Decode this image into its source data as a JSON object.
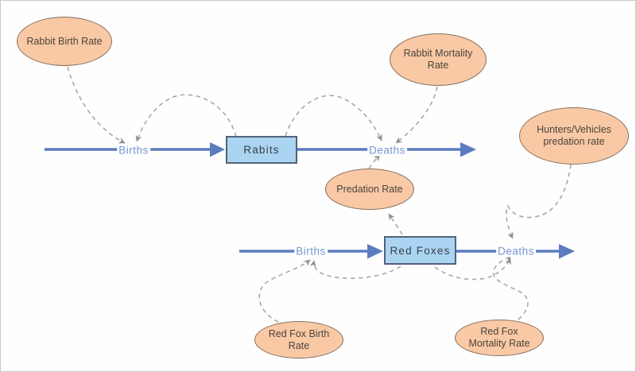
{
  "diagram_type": "stock-and-flow system dynamics model (predator-prey: rabbits and red foxes)",
  "colors": {
    "flow_line": "#5b7cbe",
    "flow_label_text": "#7696d2",
    "stock_fill": "#aad4f2",
    "stock_border": "#53617a",
    "variable_fill": "#f9c9a5",
    "variable_border": "#84705f",
    "variable_text": "#4a433c",
    "connector": "#a8a8a8",
    "background": "#fefefe"
  },
  "stocks": [
    {
      "id": "rabits",
      "label": "Rabits"
    },
    {
      "id": "red-foxes",
      "label": "Red Foxes"
    }
  ],
  "variables": [
    {
      "id": "rabbit-birth-rate",
      "label": "Rabbit Birth Rate"
    },
    {
      "id": "rabbit-mortality-rate",
      "label": "Rabbit Mortality Rate"
    },
    {
      "id": "hunters-vehicles-predation-rate",
      "label": "Hunters/Vehicles predation rate"
    },
    {
      "id": "predation-rate",
      "label": "Predation Rate"
    },
    {
      "id": "red-fox-birth-rate",
      "label": "Red Fox Birth Rate"
    },
    {
      "id": "red-fox-mortality-rate",
      "label": "Red Fox Mortality Rate"
    }
  ],
  "flow_labels": [
    {
      "id": "rabbit-births",
      "label": "Births"
    },
    {
      "id": "rabbit-deaths",
      "label": "Deaths"
    },
    {
      "id": "fox-births",
      "label": "Births"
    },
    {
      "id": "fox-deaths",
      "label": "Deaths"
    }
  ],
  "links": [
    {
      "from": "Rabbit Birth Rate",
      "to": "rabbit Births"
    },
    {
      "from": "Rabits",
      "to": "rabbit Births"
    },
    {
      "from": "Rabits",
      "to": "rabbit Deaths"
    },
    {
      "from": "Rabbit Mortality Rate",
      "to": "rabbit Deaths"
    },
    {
      "from": "Predation Rate",
      "to": "rabbit Deaths"
    },
    {
      "from": "Red Foxes",
      "to": "Predation Rate"
    },
    {
      "from": "Red Fox Birth Rate",
      "to": "fox Births"
    },
    {
      "from": "Red Foxes",
      "to": "fox Births"
    },
    {
      "from": "Hunters/Vehicles predation rate",
      "to": "fox Deaths"
    },
    {
      "from": "Red Fox Mortality Rate",
      "to": "fox Deaths"
    },
    {
      "from": "Red Foxes",
      "to": "fox Deaths"
    }
  ]
}
